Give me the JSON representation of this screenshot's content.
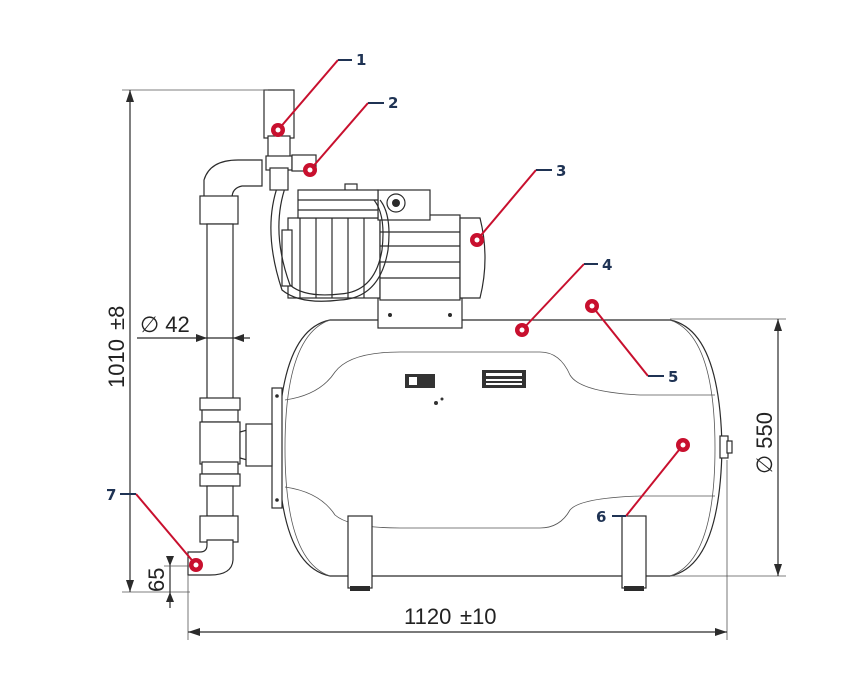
{
  "dimensions": {
    "height_total": "1010",
    "height_tolerance": "±8",
    "pipe_diameter": "∅ 42",
    "tank_diameter": "∅ 550",
    "outlet_height": "65",
    "length_total": "1120",
    "length_tolerance": "±10"
  },
  "callouts": [
    "1",
    "2",
    "3",
    "4",
    "5",
    "6",
    "7"
  ],
  "colors": {
    "accent": "#c8102e",
    "label": "#1f3354",
    "line": "#2b2b2b"
  }
}
